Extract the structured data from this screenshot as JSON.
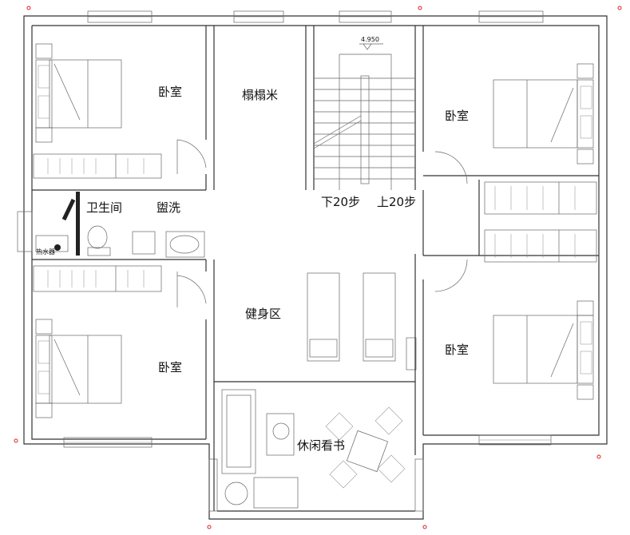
{
  "plan": {
    "rooms": {
      "bedroom_top_left": "卧室",
      "tatami": "榻榻米",
      "bedroom_top_right": "卧室",
      "bathroom": "卫生间",
      "washroom": "盥洗",
      "water_heater": "热水器",
      "bedroom_bottom_left": "卧室",
      "fitness": "健身区",
      "bedroom_bottom_right": "卧室",
      "leisure_reading": "休闲看书"
    },
    "stairs": {
      "elevation": "4.950",
      "down": "下20步",
      "up": "上20步"
    }
  }
}
